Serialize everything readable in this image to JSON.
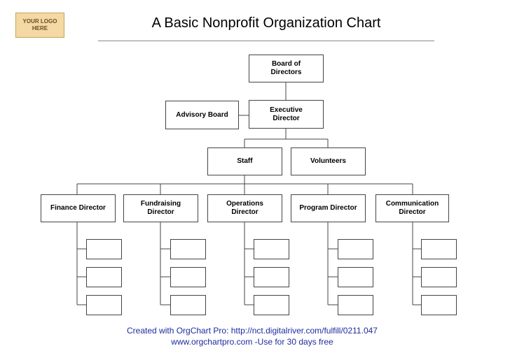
{
  "logo": {
    "line1": "YOUR LOGO",
    "line2": "HERE"
  },
  "title": "A Basic Nonprofit Organization Chart",
  "nodes": {
    "board": {
      "line1": "Board of",
      "line2": "Directors"
    },
    "executive": {
      "line1": "Executive",
      "line2": "Director"
    },
    "advisory": "Advisory Board",
    "staff": "Staff",
    "volunteers": "Volunteers",
    "finance": "Finance Director",
    "fundraising": {
      "line1": "Fundraising",
      "line2": "Director"
    },
    "operations": {
      "line1": "Operations",
      "line2": "Director"
    },
    "program": "Program Director",
    "communication": {
      "line1": "Communication",
      "line2": "Director"
    }
  },
  "footer": {
    "line1": "Created  with  OrgChart  Pro:  http://nct.digitalriver.com/fulfill/0211.047",
    "line2": "www.orgchartpro.com  -Use for 30 days free"
  },
  "colors": {
    "logo_bg": "#f4d9a5",
    "footer_text": "#1f2aa0",
    "line": "#444444"
  }
}
